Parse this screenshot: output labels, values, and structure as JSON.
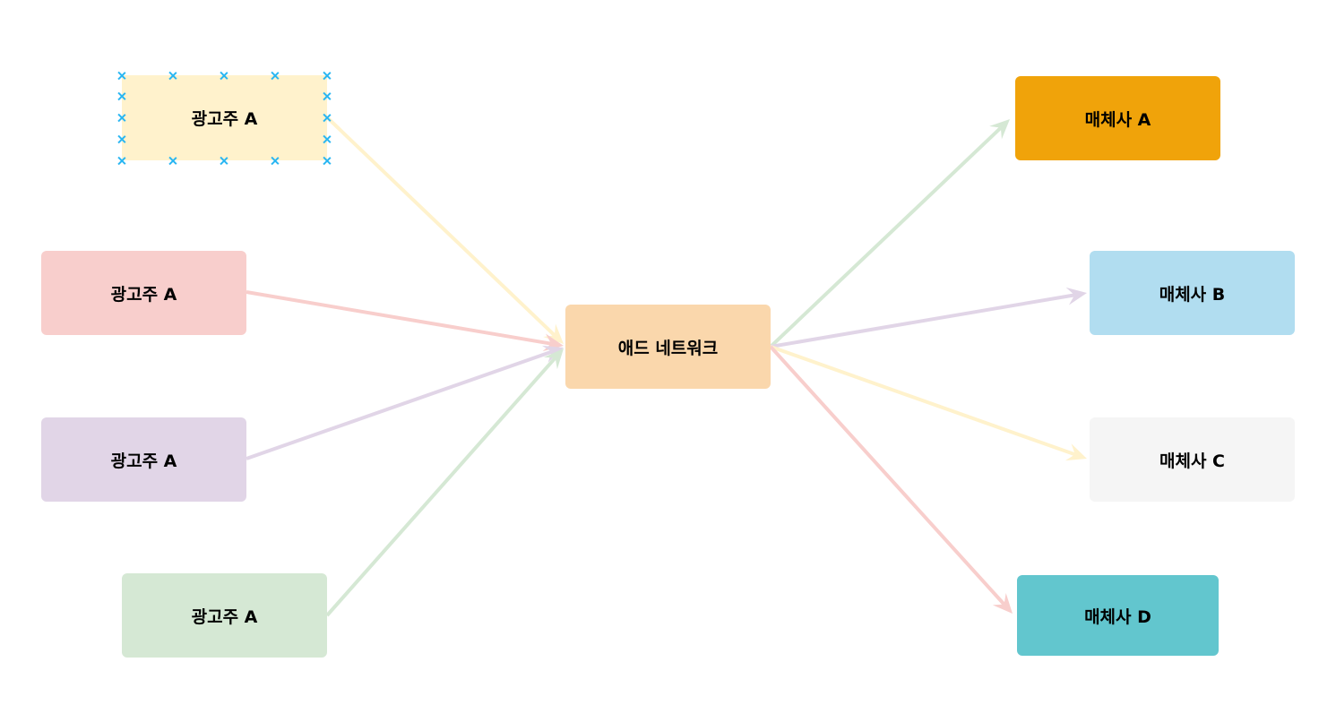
{
  "nodes": {
    "adv1": {
      "label": "광고주 A",
      "fill": "#fff2cc"
    },
    "adv2": {
      "label": "광고주 A",
      "fill": "#f8cecc"
    },
    "adv3": {
      "label": "광고주 A",
      "fill": "#e1d5e7"
    },
    "adv4": {
      "label": "광고주 A",
      "fill": "#d5e8d4"
    },
    "network": {
      "label": "애드 네트워크",
      "fill": "#fad7ac"
    },
    "pubA": {
      "label": "매체사 A",
      "fill": "#f0a30a"
    },
    "pubB": {
      "label": "매체사 B",
      "fill": "#b1ddf0"
    },
    "pubC": {
      "label": "매체사 C",
      "fill": "#f5f5f5"
    },
    "pubD": {
      "label": "매체사 D",
      "fill": "#62c6ce"
    }
  },
  "edges": [
    {
      "from": "adv1",
      "to": "network",
      "color": "#fff2cc"
    },
    {
      "from": "adv2",
      "to": "network",
      "color": "#f8cecc"
    },
    {
      "from": "adv3",
      "to": "network",
      "color": "#e1d5e7"
    },
    {
      "from": "adv4",
      "to": "network",
      "color": "#d5e8d4"
    },
    {
      "from": "network",
      "to": "pubA",
      "color": "#d5e8d4"
    },
    {
      "from": "network",
      "to": "pubB",
      "color": "#e1d5e7"
    },
    {
      "from": "network",
      "to": "pubC",
      "color": "#fff2cc"
    },
    {
      "from": "network",
      "to": "pubD",
      "color": "#f8cecc"
    }
  ],
  "selection": {
    "node": "adv1",
    "handle_color": "#29b6f2"
  }
}
